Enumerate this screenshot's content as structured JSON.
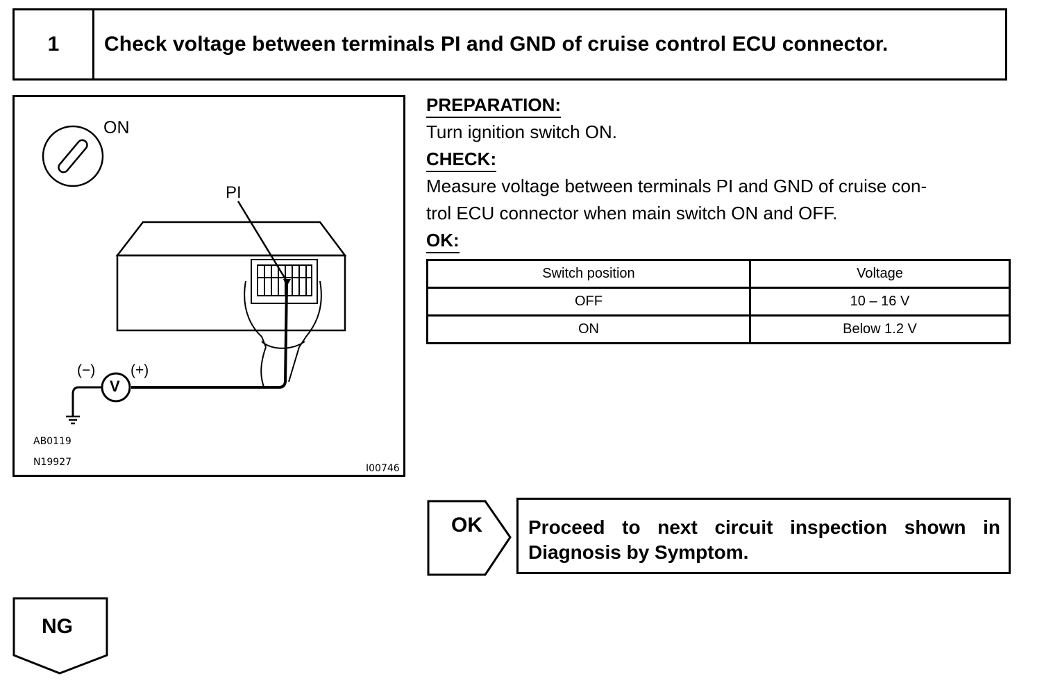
{
  "step": {
    "number": "1",
    "title": "Check voltage between terminals PI and GND of cruise control ECU connector."
  },
  "illustration": {
    "ignition_label": "ON",
    "terminal_label": "PI",
    "negative_label": "(−)",
    "positive_label": "(+)",
    "meter_symbol": "V",
    "ref_code_1": "AB0119",
    "ref_code_2": "N19927",
    "figure_id": "I00746"
  },
  "preparation": {
    "heading": "PREPARATION:",
    "text": "Turn ignition switch ON."
  },
  "check": {
    "heading": "CHECK:",
    "line1": "Measure voltage between terminals PI and GND of cruise con-",
    "line2": "trol ECU connector when main switch ON and OFF."
  },
  "ok": {
    "heading": "OK:"
  },
  "table": {
    "headers": [
      "Switch position",
      "Voltage"
    ],
    "rows": [
      [
        "OFF",
        "10 – 16 V"
      ],
      [
        "ON",
        "Below 1.2 V"
      ]
    ]
  },
  "results": {
    "ok_label": "OK",
    "ok_text": "Proceed to next circuit inspection shown in Diagnosis by Symptom.",
    "ng_label": "NG"
  }
}
